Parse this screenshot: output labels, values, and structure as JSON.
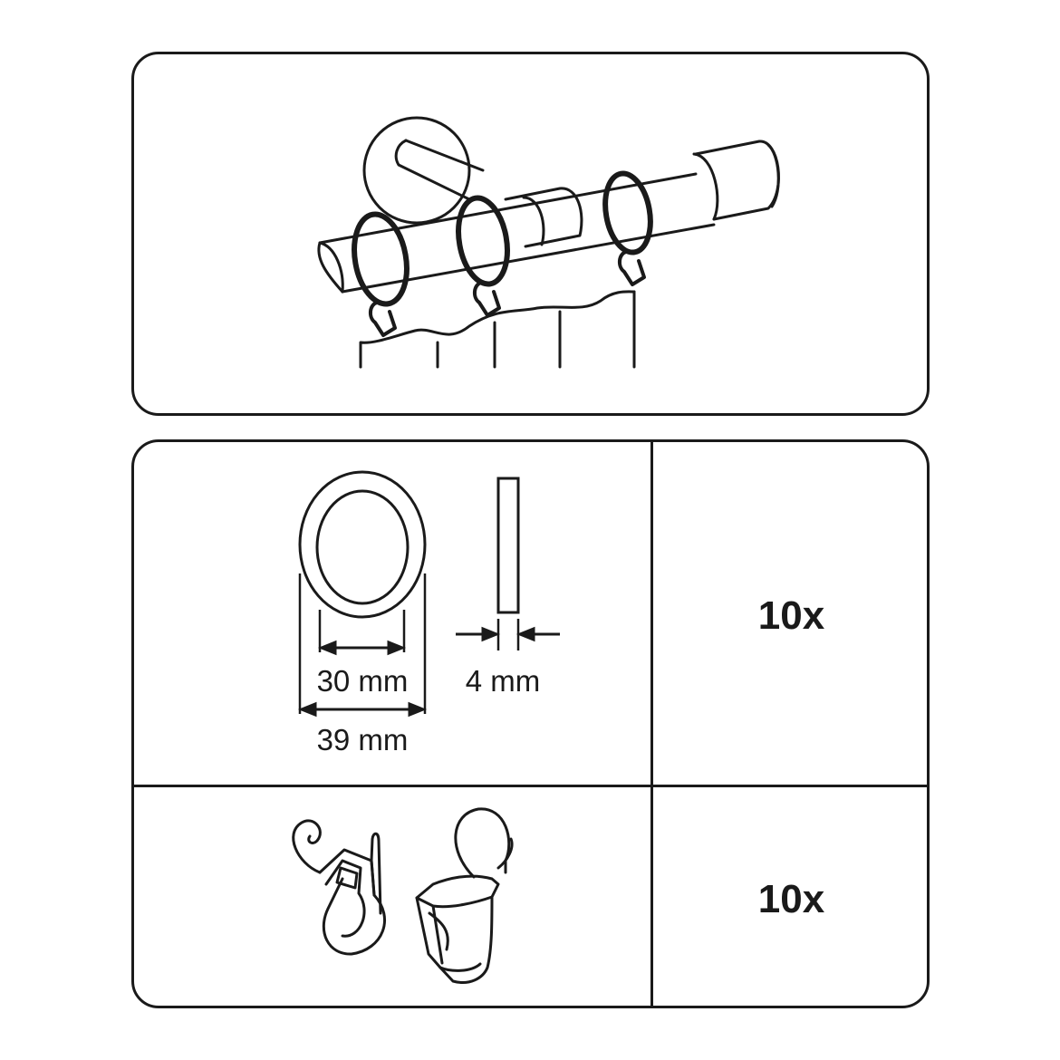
{
  "items": [
    {
      "name": "ring",
      "quantity": "10x",
      "dimensions": {
        "inner": "30 mm",
        "outer": "39 mm",
        "thickness": "4 mm"
      }
    },
    {
      "name": "hook-clip",
      "quantity": "10x"
    }
  ],
  "colors": {
    "line": "#1a1a1a",
    "background": "#ffffff"
  },
  "icons": [
    "curtain-rod-illustration",
    "ring-icon",
    "ring-profile-icon",
    "curtain-hook-icon",
    "curtain-clip-icon"
  ]
}
